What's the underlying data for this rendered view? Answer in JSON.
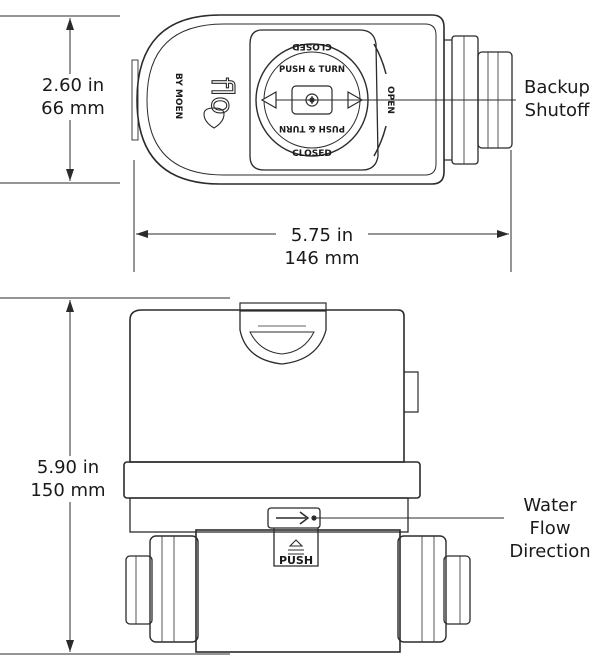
{
  "dimensions": {
    "top_height": {
      "imperial": "2.60 in",
      "metric": "66 mm"
    },
    "top_width": {
      "imperial": "5.75 in",
      "metric": "146 mm"
    },
    "front_height": {
      "imperial": "5.90 in",
      "metric": "150 mm"
    }
  },
  "callouts": {
    "backup_shutoff": [
      "Backup",
      "Shutoff"
    ],
    "water_flow": [
      "Water",
      "Flow",
      "Direction"
    ]
  },
  "dial": {
    "top_label": "CLOSED",
    "bottom_label": "CLOSED",
    "side_label": "OPEN",
    "instruction": "PUSH & TURN"
  },
  "logo": {
    "wordmark": "flo",
    "byline": "BY MOEN"
  },
  "front": {
    "button_label": "PUSH"
  }
}
